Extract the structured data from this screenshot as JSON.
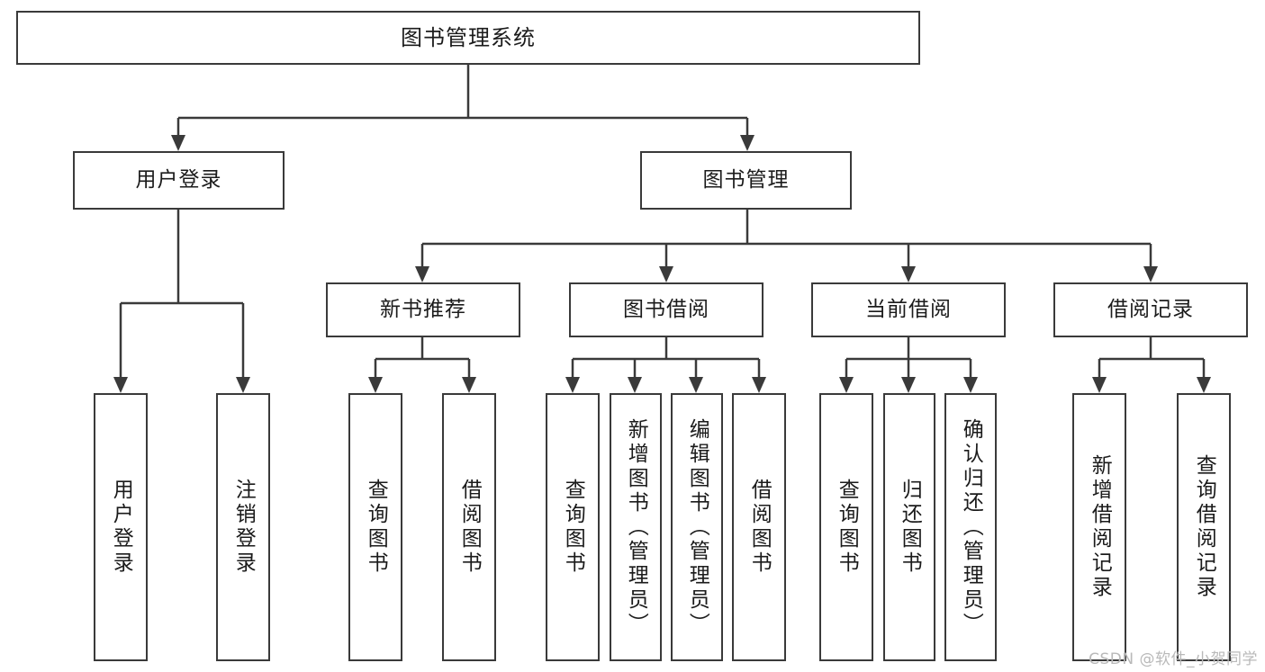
{
  "diagram": {
    "title": "图书管理系统",
    "type": "tree",
    "watermark": "CSDN @软件_小贺同学",
    "accent_color": "#3a3a3a",
    "background_color": "#ffffff",
    "watermark_color": "#b9b9b9"
  },
  "root": {
    "label": "图书管理系统"
  },
  "level2": [
    {
      "label": "用户登录"
    },
    {
      "label": "图书管理"
    }
  ],
  "level3": [
    {
      "label": "新书推荐"
    },
    {
      "label": "图书借阅"
    },
    {
      "label": "当前借阅"
    },
    {
      "label": "借阅记录"
    }
  ],
  "leaves": {
    "user_login": [
      {
        "label": "用户登录"
      },
      {
        "label": "注销登录"
      }
    ],
    "new_book": [
      {
        "label": "查询图书"
      },
      {
        "label": "借阅图书"
      }
    ],
    "book_borrow": [
      {
        "label": "查询图书"
      },
      {
        "label": "新增图书（管理员）"
      },
      {
        "label": "编辑图书（管理员）"
      },
      {
        "label": "借阅图书"
      }
    ],
    "current_borrow": [
      {
        "label": "查询图书"
      },
      {
        "label": "归还图书"
      },
      {
        "label": "确认归还（管理员）"
      }
    ],
    "borrow_record": [
      {
        "label": "新增借阅记录"
      },
      {
        "label": "查询借阅记录"
      }
    ]
  }
}
